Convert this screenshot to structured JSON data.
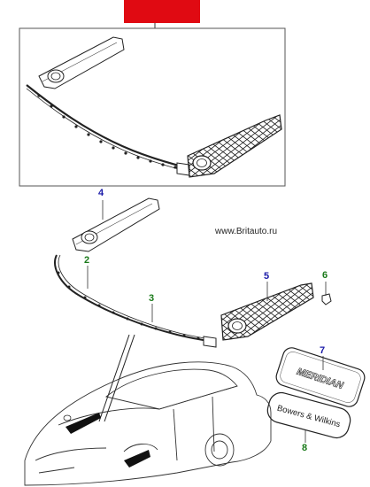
{
  "header": {
    "banner_color": "#e00a12"
  },
  "website": "www.Britauto.ru",
  "callouts": [
    {
      "id": "4",
      "color": "#1a1aa8"
    },
    {
      "id": "2",
      "color": "#1a7a1a"
    },
    {
      "id": "3",
      "color": "#1a7a1a"
    },
    {
      "id": "5",
      "color": "#1a1aa8"
    },
    {
      "id": "6",
      "color": "#1a7a1a"
    },
    {
      "id": "7",
      "color": "#1a1aa8"
    },
    {
      "id": "8",
      "color": "#1a7a1a"
    }
  ],
  "badges": {
    "meridian": "MERIDIAN",
    "bowers": "Bowers & Wilkins"
  }
}
